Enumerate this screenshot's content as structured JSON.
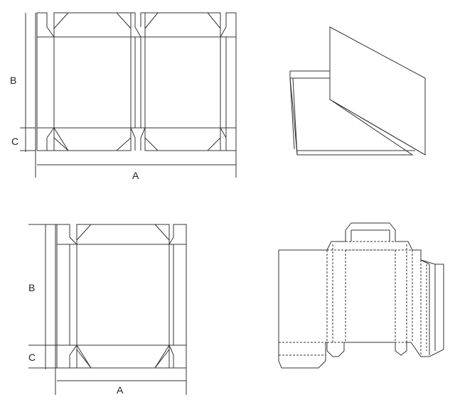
{
  "diagram": {
    "labels": {
      "top_a": "A",
      "top_b": "B",
      "top_c": "C",
      "bottom_a": "A",
      "bottom_b": "B",
      "bottom_c": "C"
    },
    "colors": {
      "line": "#333333",
      "background": "#ffffff"
    }
  }
}
